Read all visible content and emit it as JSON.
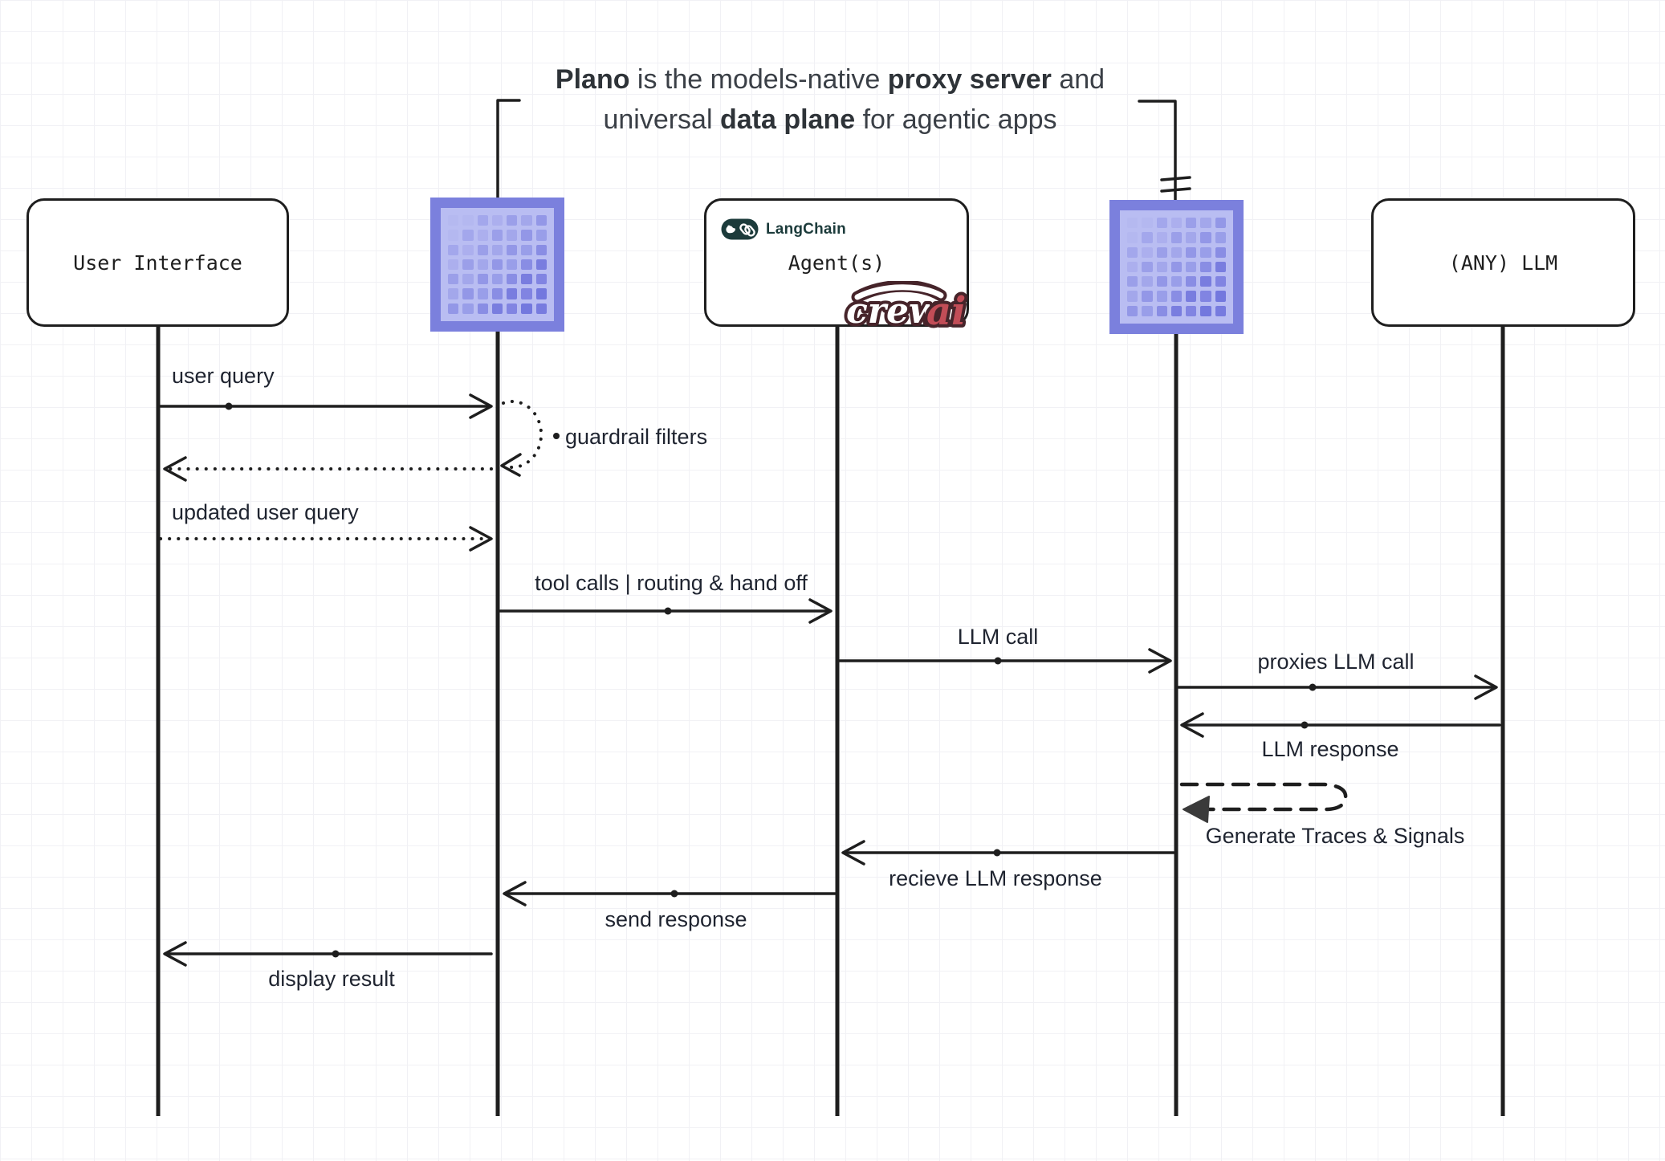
{
  "title": {
    "lines": [
      [
        {
          "t": "Plano",
          "b": true
        },
        {
          "t": " is the models-native ",
          "b": false
        },
        {
          "t": "proxy server",
          "b": true
        },
        {
          "t": " and",
          "b": false
        }
      ],
      [
        {
          "t": "universal ",
          "b": false
        },
        {
          "t": "data plane",
          "b": true
        },
        {
          "t": " for agentic apps",
          "b": false
        }
      ]
    ]
  },
  "actors": {
    "user_interface": {
      "label": "User Interface"
    },
    "plano_left": {
      "icon": "plano-grid-icon"
    },
    "agents": {
      "label": "Agent(s)",
      "langchain_label": "LangChain",
      "crewai_crew": "crew",
      "crewai_ai": "ai"
    },
    "plano_right": {
      "icon": "plano-grid-icon"
    },
    "llm": {
      "label": "(ANY) LLM"
    }
  },
  "messages": {
    "user_query": "user query",
    "guardrail_filters": "guardrail filters",
    "updated_user_query": "updated user query",
    "tool_calls": "tool calls | routing & hand off",
    "llm_call": "LLM call",
    "proxies_llm_call": "proxies LLM call",
    "llm_response": "LLM response",
    "generate_traces": "Generate Traces & Signals",
    "recieve_llm_response": "recieve LLM response",
    "send_response": "send response",
    "display_result": "display result"
  },
  "colors": {
    "ink": "#1e1e1e",
    "accent_purple": "#7b80dd",
    "accent_purple_light": "#b9bdf2",
    "langchain_teal": "#1c3b3b",
    "crewai_red": "#c24d57",
    "crewai_maroon": "#46242a"
  }
}
